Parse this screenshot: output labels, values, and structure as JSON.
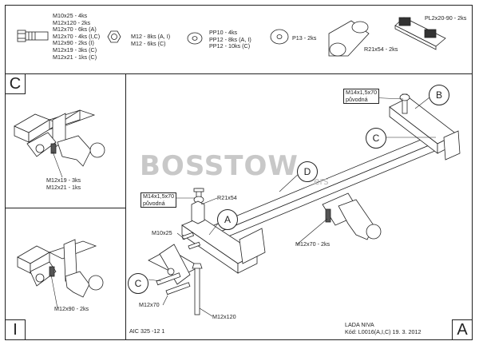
{
  "parts": {
    "bolts_m10": [
      "M10x25 - 4ks",
      "M12x120 - 2ks",
      "M12x70 - 6ks (A)",
      "M12x70 - 4ks (I,C)",
      "M12x90 - 2ks (I)",
      "M12x19 - 3ks (C)",
      "M12x21 - 1ks (C)"
    ],
    "nuts": [
      "M12 - 8ks (A, I)",
      "M12 - 6ks (C)"
    ],
    "washers": [
      "PP10 - 4ks",
      "PP12 - 8ks (A, I)",
      "PP12 - 10ks (C)"
    ],
    "washer_p13": "P13 - 2ks",
    "spacer": "R21x54 - 2ks",
    "plate": "PL2x20-90 - 2ks"
  },
  "variant_c": {
    "letter": "C",
    "labels": [
      "M12x19 - 3ks",
      "M12x21 - 1ks"
    ]
  },
  "variant_i": {
    "letter": "I",
    "label": "M12x90 - 2ks"
  },
  "main": {
    "letter": "A",
    "callouts": [
      "A",
      "B",
      "C",
      "C",
      "D"
    ],
    "box_top": [
      "M14x1,5x70",
      "původná"
    ],
    "box_left": [
      "M14x1,5x70",
      "původná"
    ],
    "labels": {
      "r21x54": "R21x54",
      "m10x25": "M10x25",
      "m12x70_right": "M12x70 - 2ks",
      "m12x70_left": "M12x70",
      "m12x120": "M12x120"
    },
    "watermark": "BOSSTOW",
    "watermark_sub": "ers"
  },
  "footer": {
    "code_left": "AIC 325 -12 1",
    "car": "LADA NIVA",
    "code_right": "Kód: L0016(A,I,C)  19. 3. 2012"
  }
}
